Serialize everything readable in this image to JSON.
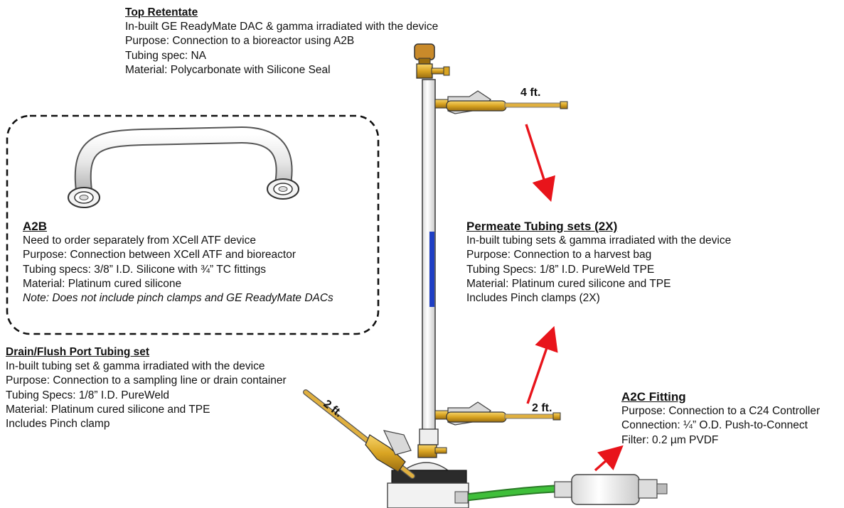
{
  "top_retentate": {
    "title": "Top Retentate",
    "lines": [
      "In-built GE ReadyMate DAC & gamma irradiated with the device",
      "Purpose: Connection to a bioreactor using A2B",
      "Tubing spec: NA",
      "Material: Polycarbonate with Silicone Seal"
    ]
  },
  "a2b": {
    "title": "A2B",
    "lines": [
      "Need to order separately from XCell ATF device",
      "Purpose: Connection between XCell ATF and bioreactor",
      "Tubing specs: 3/8” I.D. Silicone with ¾” TC fittings",
      "Material: Platinum cured silicone"
    ],
    "note": "Note: Does not include pinch clamps and GE ReadyMate DACs"
  },
  "permeate": {
    "title": "Permeate Tubing sets (2X)",
    "lines": [
      "In-built tubing sets & gamma irradiated with the device",
      "Purpose: Connection to a harvest bag",
      "Tubing Specs: 1/8” I.D. PureWeld TPE",
      "Material: Platinum cured silicone and TPE",
      "Includes Pinch clamps (2X)"
    ]
  },
  "drain": {
    "title": "Drain/Flush Port Tubing set",
    "lines": [
      "In-built tubing set & gamma irradiated with the device",
      "Purpose: Connection to a sampling line or drain container",
      "Tubing Specs: 1/8” I.D. PureWeld",
      "Material: Platinum cured silicone and TPE",
      "Includes Pinch clamp"
    ]
  },
  "a2c": {
    "title": "A2C Fitting",
    "lines": [
      "Purpose: Connection to a C24 Controller",
      "Connection: ¼” O.D. Push-to-Connect",
      "Filter: 0.2 µm PVDF"
    ]
  },
  "lengths": {
    "top_permeate": "4 ft.",
    "bottom_permeate": "2 ft.",
    "drain": "2 ft."
  },
  "colors": {
    "arrow": "#e8141b",
    "gold": "#d9a422",
    "hose": "#3fbf3a",
    "blue_stripe": "#1f3fc4"
  }
}
